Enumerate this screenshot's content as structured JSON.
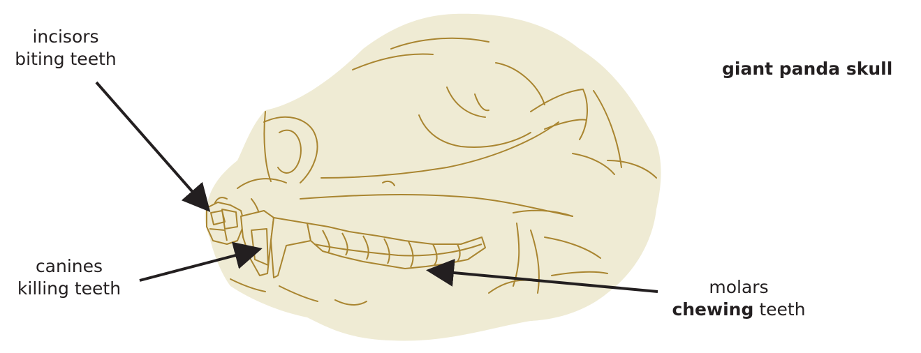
{
  "title": "giant panda skull",
  "labels": {
    "incisors": {
      "name": "incisors",
      "description": "biting teeth"
    },
    "canines": {
      "name": "canines",
      "description": "killing teeth"
    },
    "molars": {
      "name": "molars",
      "description_bold": "chewing",
      "description_rest": " teeth"
    }
  },
  "colors": {
    "skull_fill": "#efebd4",
    "line": "#a98530",
    "arrow": "#231f20"
  }
}
